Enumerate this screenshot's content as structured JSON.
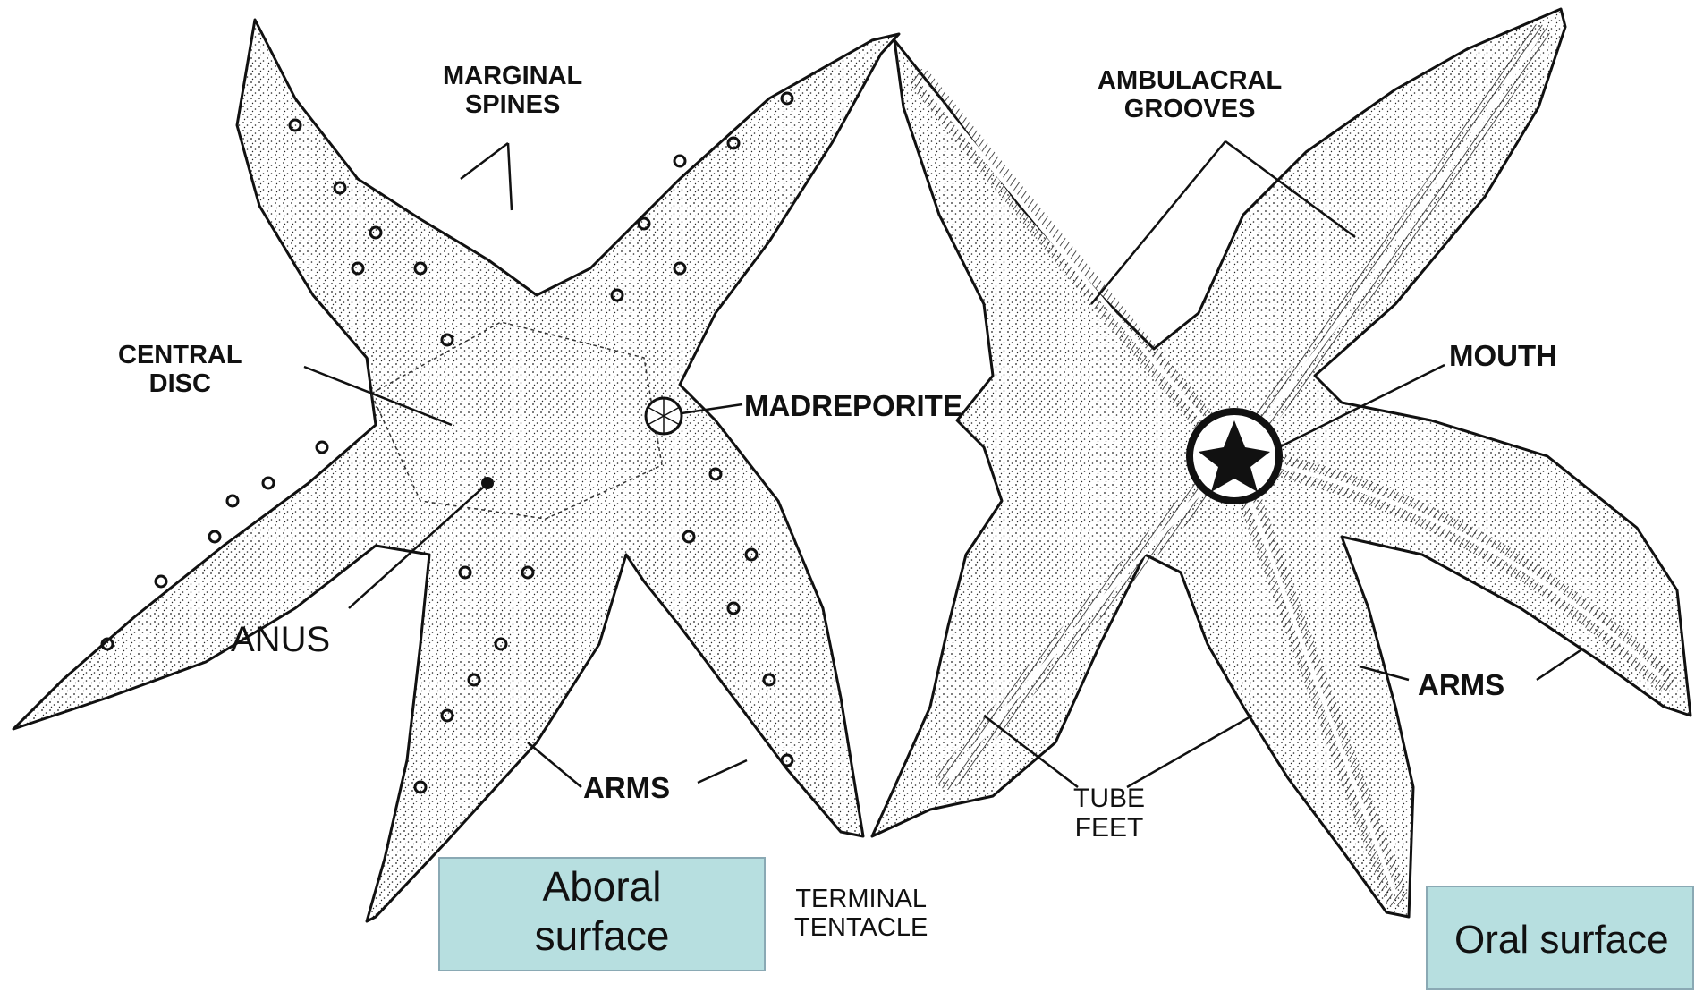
{
  "labels": {
    "marginal_spines": [
      "MARGINAL",
      "SPINES"
    ],
    "central_disc": [
      "CENTRAL",
      "DISC"
    ],
    "madreporite": "MADREPORITE",
    "anus": "ANUS",
    "arms_aboral": "ARMS",
    "terminal_tentacle": [
      "TERMINAL",
      "TENTACLE"
    ],
    "ambulacral_grooves": [
      "AMBULACRAL",
      "GROOVES"
    ],
    "mouth": "MOUTH",
    "arms_oral": "ARMS",
    "tube_feet": [
      "TUBE",
      "FEET"
    ]
  },
  "captions": {
    "aboral": [
      "Aboral",
      "surface"
    ],
    "oral": "Oral surface"
  },
  "colors": {
    "caption_fill": "#b7dfe0",
    "caption_border": "#8aa9b4",
    "ink": "#111111"
  }
}
